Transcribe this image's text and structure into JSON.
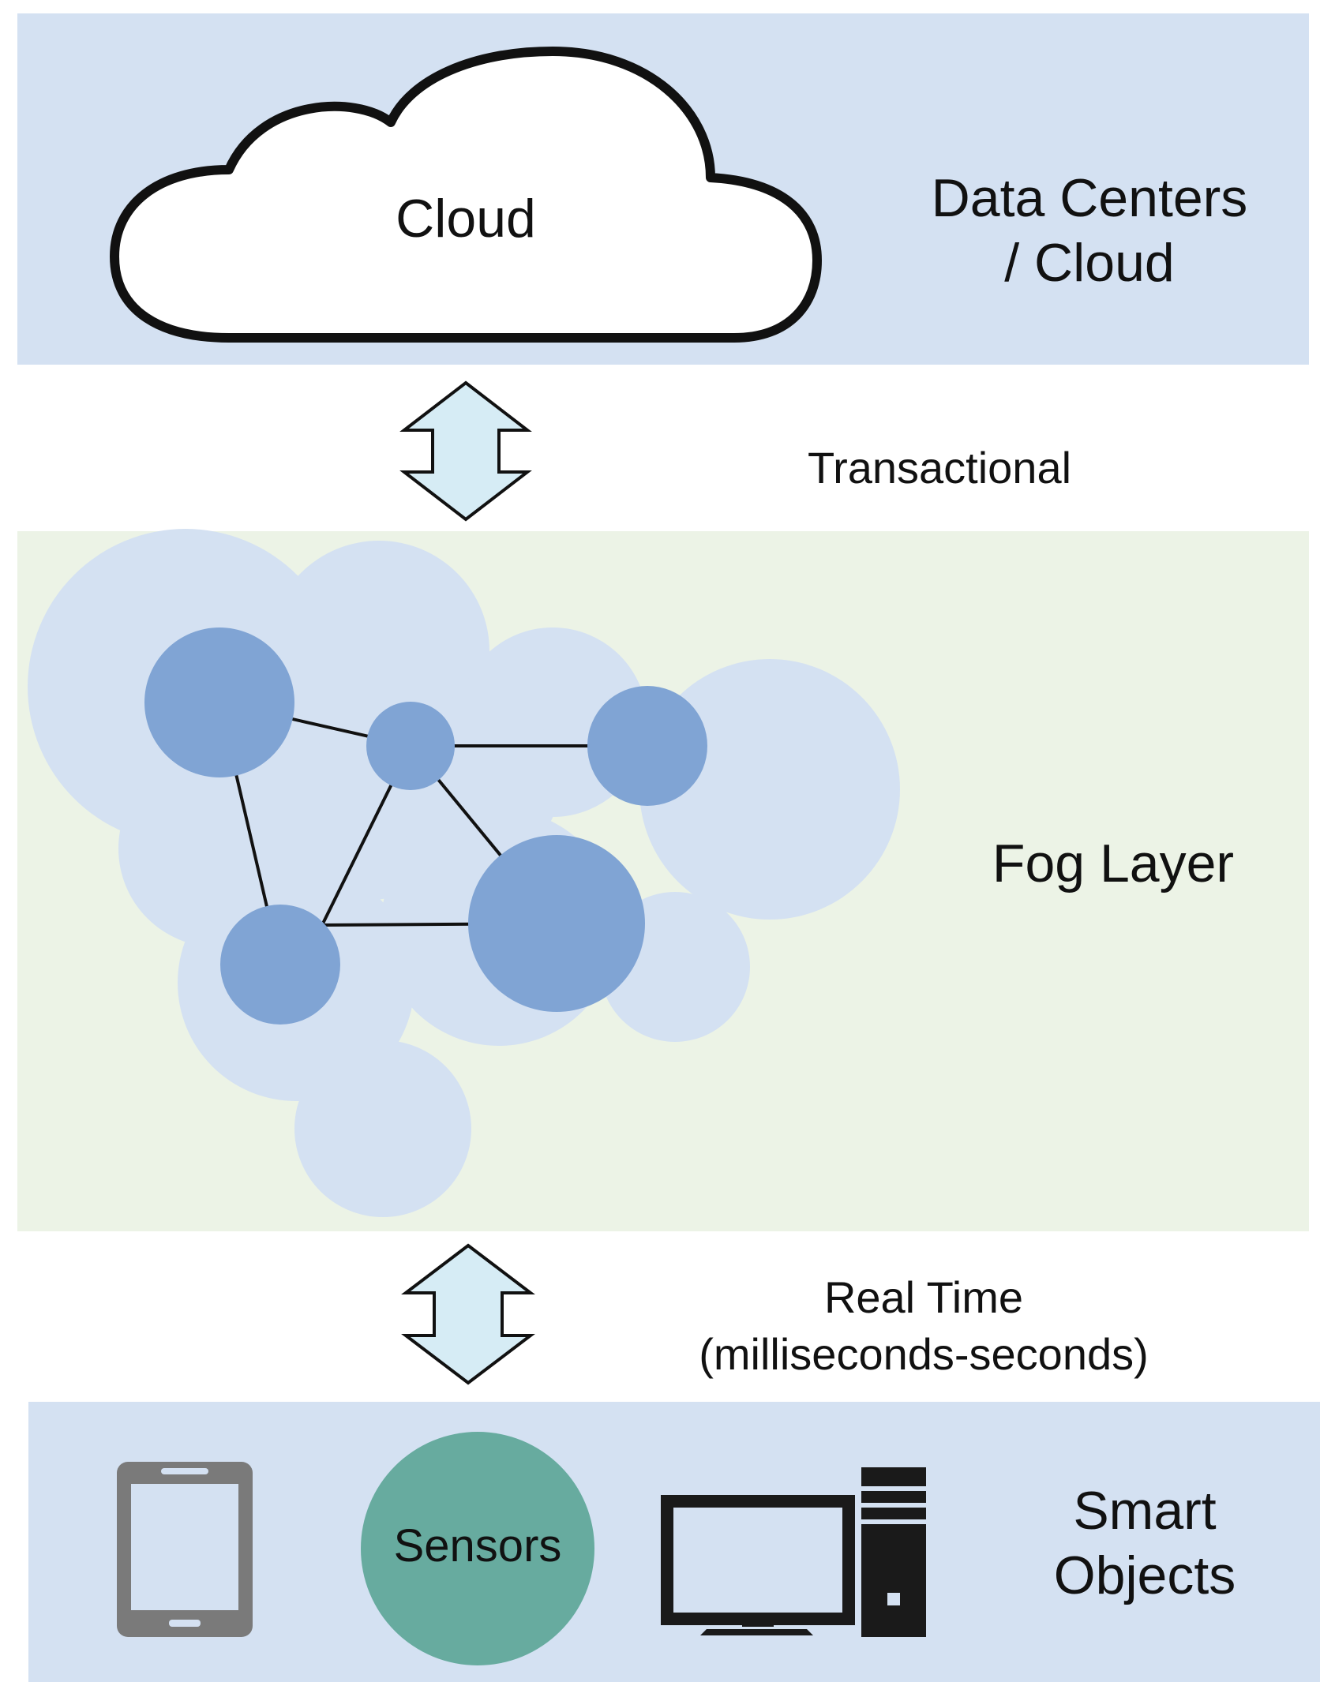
{
  "cloud_tier": {
    "cloud_label": "Cloud",
    "tier_label_line1": "Data Centers",
    "tier_label_line2": "/ Cloud"
  },
  "upper_link": {
    "label": "Transactional"
  },
  "fog_tier": {
    "label": "Fog Layer"
  },
  "lower_link": {
    "label_line1": "Real Time",
    "label_line2": "(milliseconds-seconds)"
  },
  "device_tier": {
    "sensors_label": "Sensors",
    "tier_label_line1": "Smart",
    "tier_label_line2": "Objects",
    "devices": [
      "tablet-icon",
      "sensors-circle",
      "desktop-computer-icon"
    ]
  },
  "colors": {
    "band_blue": "#d4e1f2",
    "band_green": "#ecf3e6",
    "fog_halo": "#d4e1f2",
    "fog_node": "#80a4d4",
    "arrow_fill": "#d6ecf5",
    "sensors_fill": "#67ab9f",
    "device_gray": "#7a7a7a",
    "device_black": "#1a1a1a"
  }
}
